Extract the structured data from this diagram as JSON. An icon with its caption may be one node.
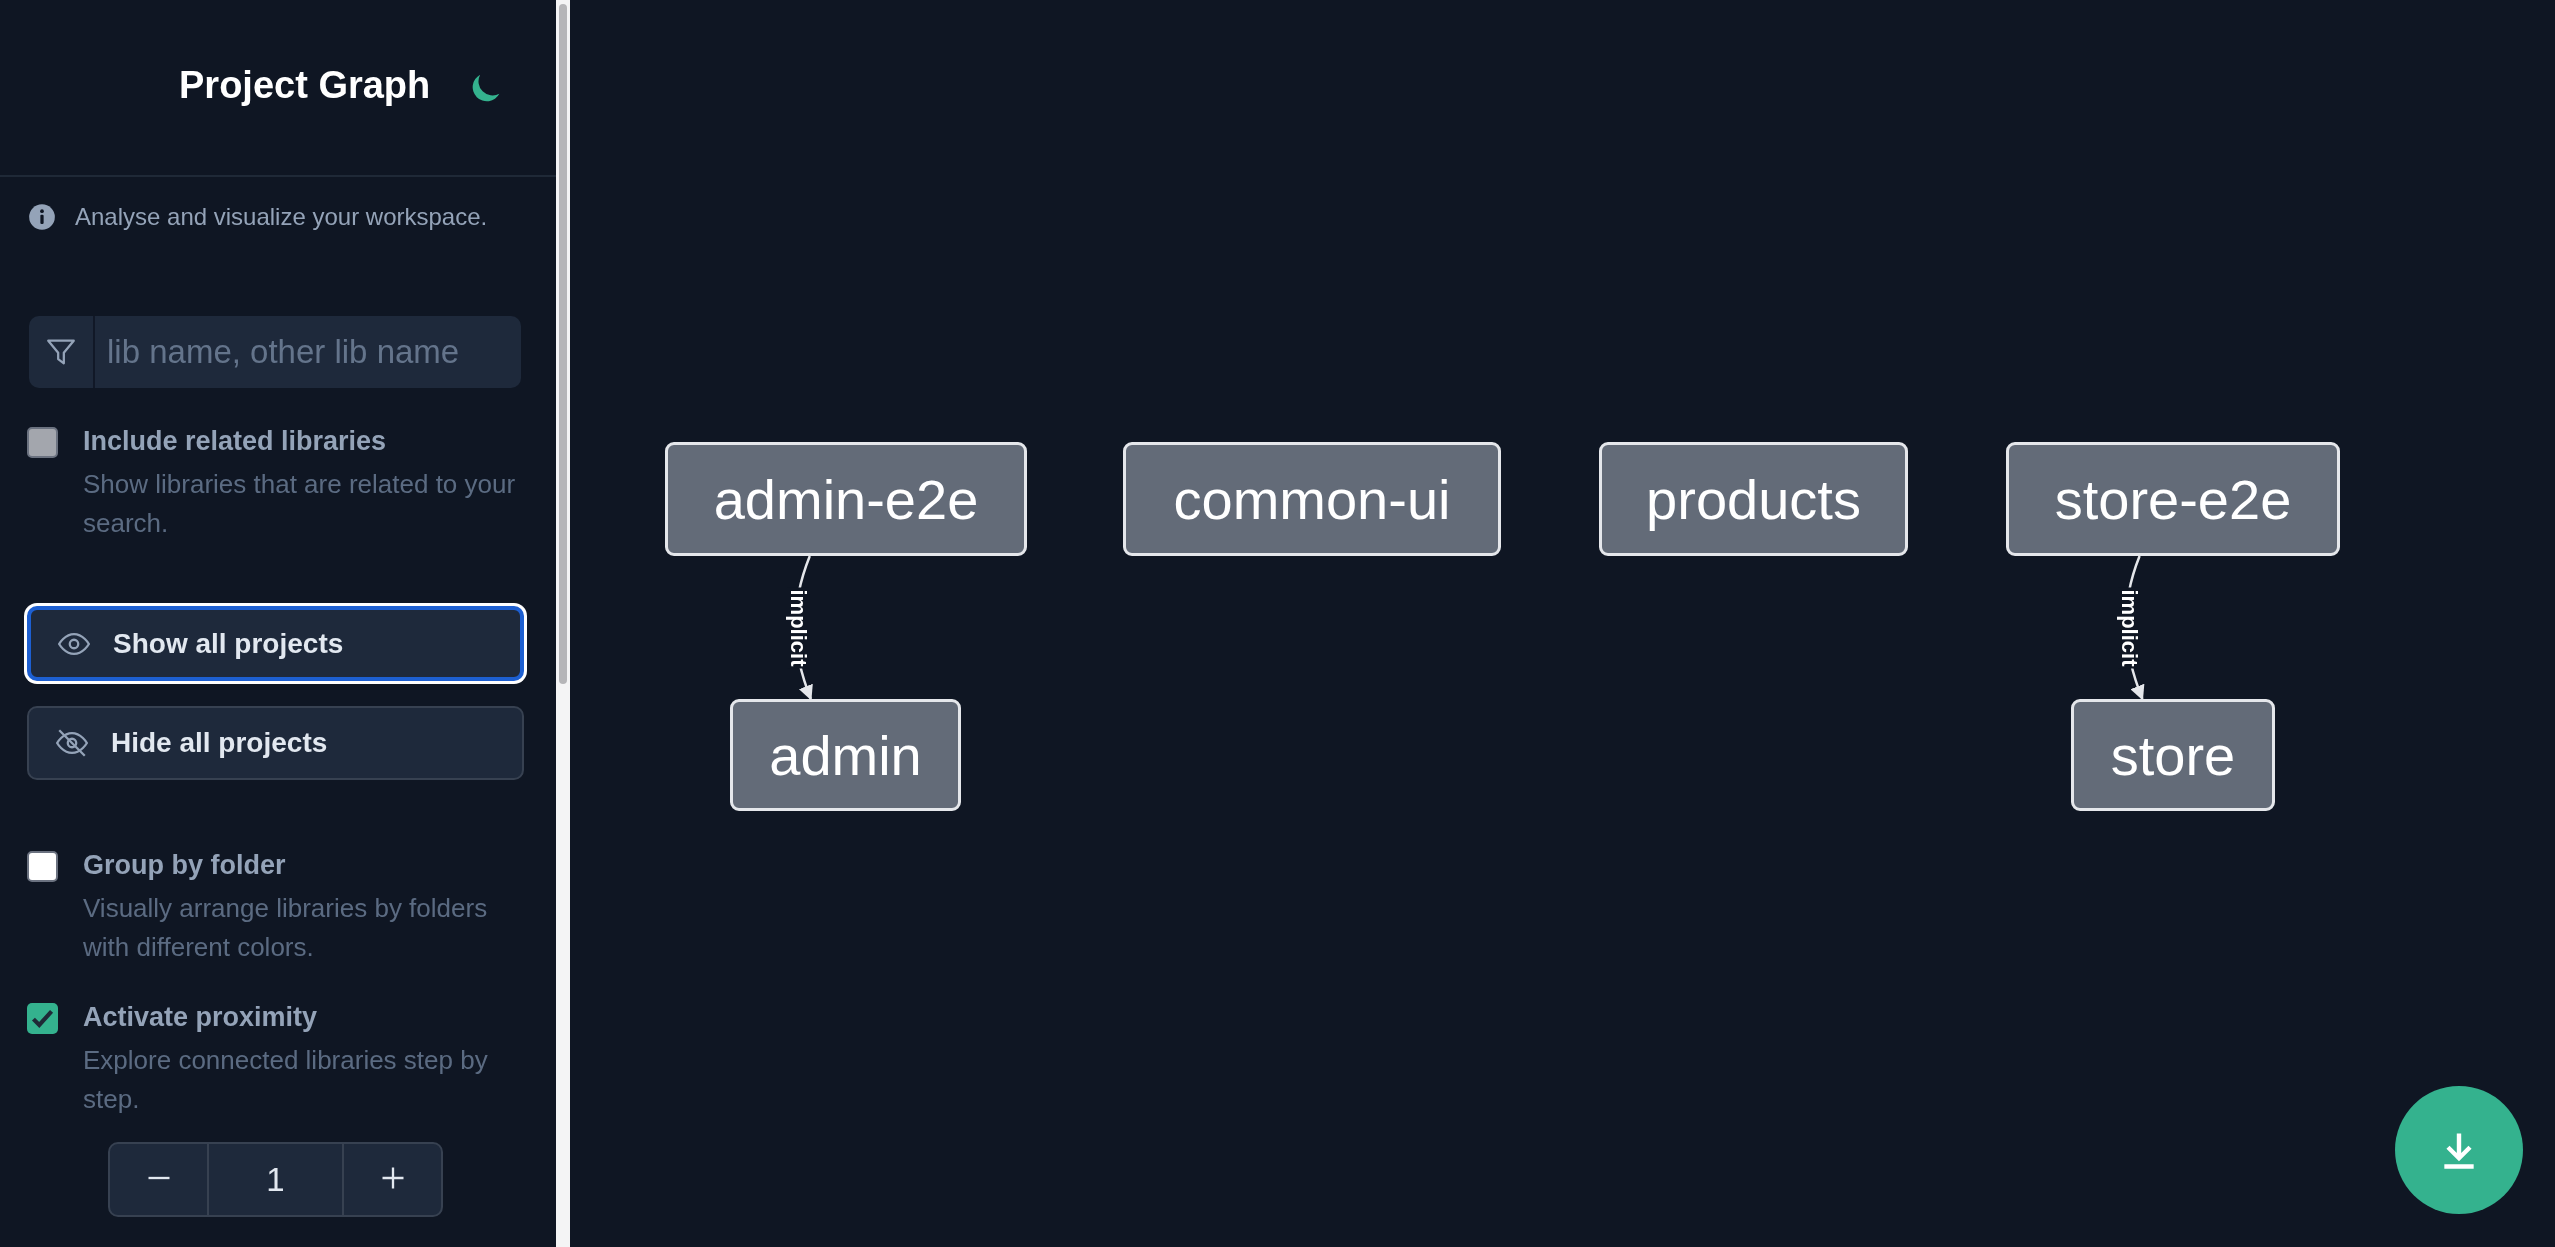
{
  "diagram": {
    "nodes": [
      {
        "text": [
          "admin-e2e"
        ]
      },
      {
        "text": [
          "common-ui"
        ]
      },
      {
        "text": [
          "products"
        ]
      },
      {
        "text": [
          "store-e2e"
        ]
      },
      {
        "text": [
          "admin"
        ]
      },
      {
        "text": [
          "store"
        ]
      }
    ],
    "edges": [
      {
        "from": 0,
        "to": 4,
        "arrow": "to",
        "label": "implicit"
      },
      {
        "from": 3,
        "to": 5,
        "arrow": "to",
        "label": "implicit"
      }
    ],
    "labels": [
      "Project Graph",
      "Analyse and visualize your workspace.",
      "lib name, other lib name",
      "Include related libraries",
      "Show libraries that are related to your search.",
      "Show all projects",
      "Hide all projects",
      "Group by folder",
      "Visually arrange libraries by folders with different colors.",
      "Activate proximity",
      "Explore connected libraries step by step.",
      "1"
    ]
  }
}
